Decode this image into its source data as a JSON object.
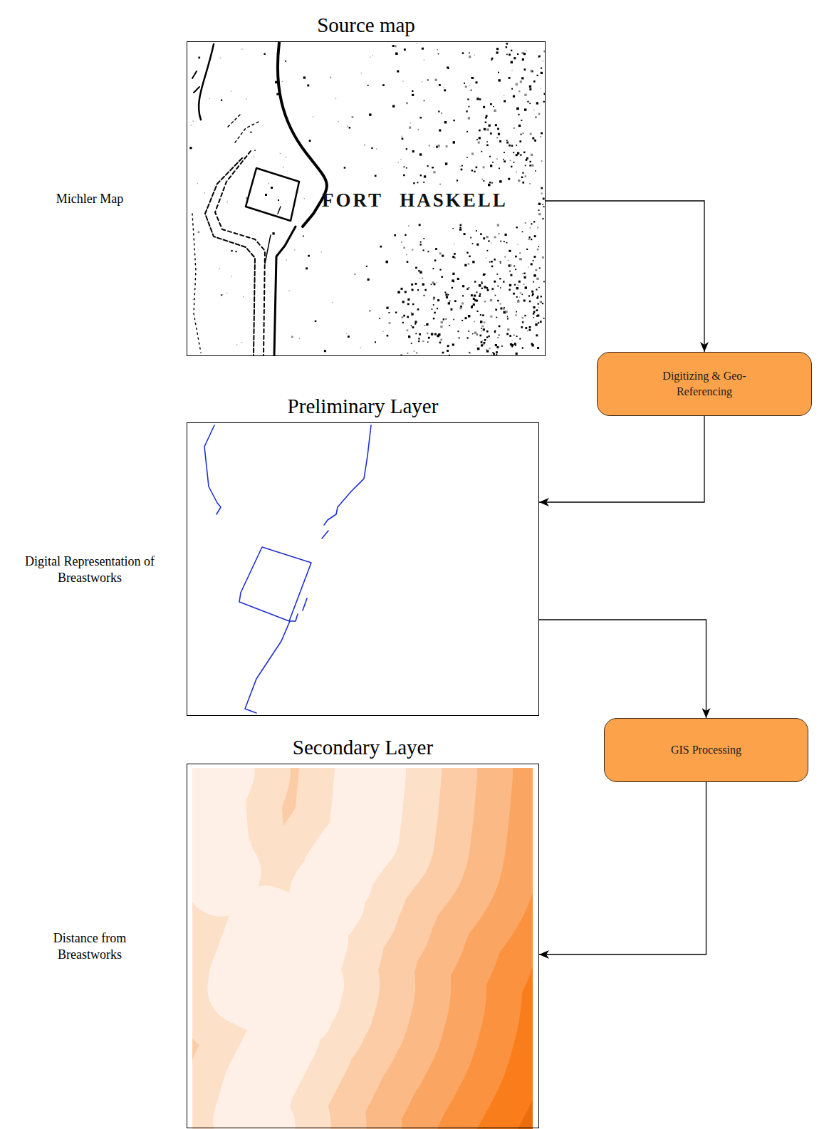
{
  "diagram": {
    "nodes": [
      {
        "text": [
          "Source map",
          "Michler Map"
        ]
      },
      {
        "text": [
          "Digitizing & Geo-Referencing"
        ]
      },
      {
        "text": [
          "Preliminary Layer",
          "Digital Representation of Breastworks"
        ]
      },
      {
        "text": [
          "GIS Processing"
        ]
      },
      {
        "text": [
          "Secondary Layer",
          "Distance from Breastworks"
        ]
      }
    ],
    "edges": [
      {
        "from": 0,
        "to": 1,
        "arrow": "to"
      },
      {
        "from": 1,
        "to": 2,
        "arrow": "to"
      },
      {
        "from": 2,
        "to": 3,
        "arrow": "to"
      },
      {
        "from": 3,
        "to": 4,
        "arrow": "to"
      }
    ],
    "labels": [
      "FORT HASKELL"
    ]
  }
}
